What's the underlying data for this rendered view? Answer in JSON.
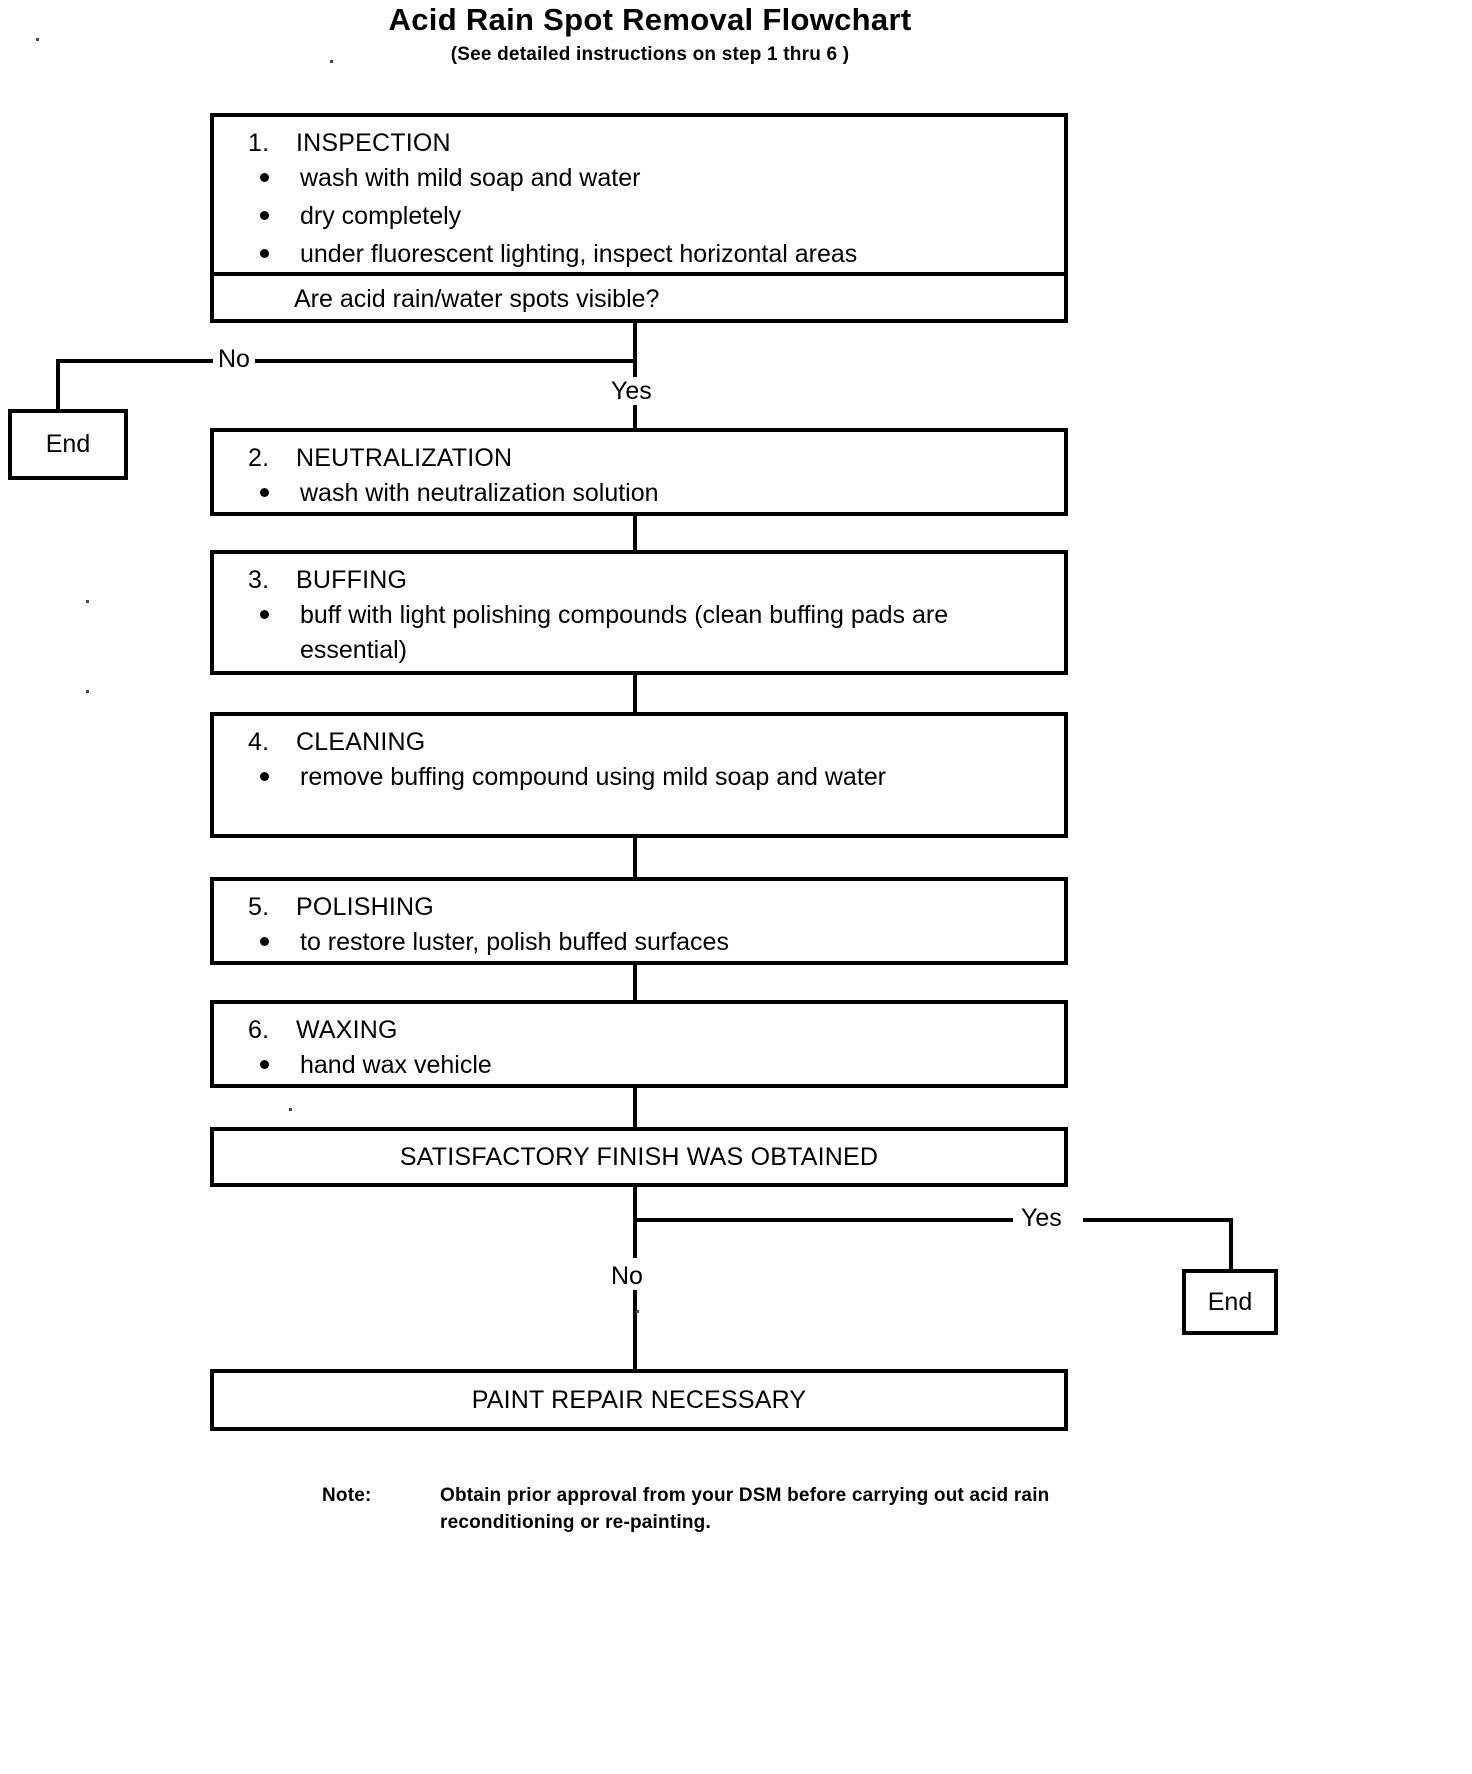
{
  "header": {
    "title": "Acid Rain Spot Removal Flowchart",
    "subtitle": "(See detailed instructions on step 1 thru 6 )"
  },
  "steps": [
    {
      "number": "1.",
      "name": "INSPECTION",
      "bullets": [
        "wash with mild soap and water",
        "dry completely",
        "under fluorescent lighting, inspect horizontal areas"
      ],
      "question": "Are acid rain/water spots visible?"
    },
    {
      "number": "2.",
      "name": "NEUTRALIZATION",
      "bullets": [
        "wash with neutralization solution"
      ]
    },
    {
      "number": "3.",
      "name": "BUFFING",
      "bullets": [
        "buff with light polishing compounds (clean buffing pads are essential)"
      ]
    },
    {
      "number": "4.",
      "name": "CLEANING",
      "bullets": [
        "remove buffing compound using mild soap and water"
      ]
    },
    {
      "number": "5.",
      "name": "POLISHING",
      "bullets": [
        "to restore luster, polish buffed surfaces"
      ]
    },
    {
      "number": "6.",
      "name": "WAXING",
      "bullets": [
        "hand wax vehicle"
      ]
    }
  ],
  "outcome_box": "SATISFACTORY FINISH WAS OBTAINED",
  "repair_box": "PAINT REPAIR NECESSARY",
  "terminals": {
    "end_left": "End",
    "end_right": "End"
  },
  "branch_labels": {
    "inspection_no": "No",
    "inspection_yes": "Yes",
    "finish_yes": "Yes",
    "finish_no": "No"
  },
  "note": {
    "label": "Note:",
    "text": "Obtain prior approval from your DSM before carrying out acid rain reconditioning or re-painting."
  },
  "colors": {
    "ink": "#000000",
    "paper": "#ffffff"
  }
}
